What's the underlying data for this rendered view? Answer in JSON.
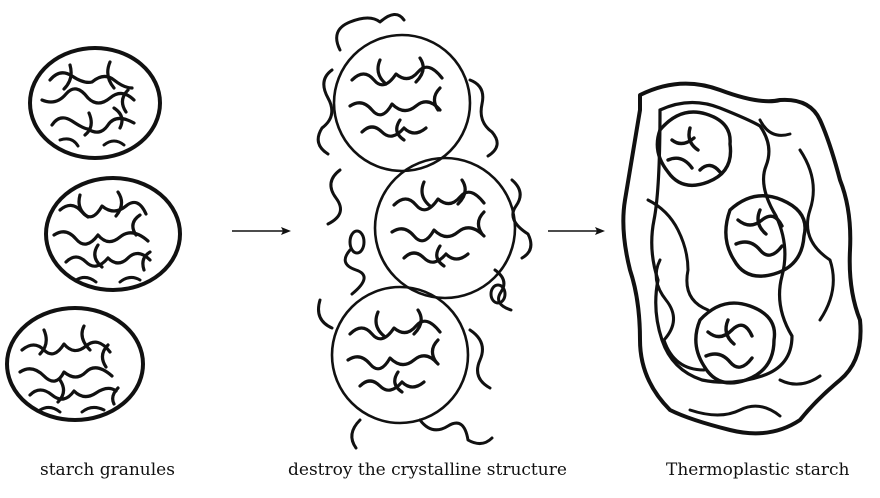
{
  "stages": [
    {
      "label": "starch granules"
    },
    {
      "label": "destroy the crystalline structure"
    },
    {
      "label": "Thermoplastic starch"
    }
  ],
  "colors": {
    "ink": "#111111",
    "background": "#ffffff"
  },
  "icons": [
    "arrow-right-icon",
    "arrow-right-icon"
  ]
}
